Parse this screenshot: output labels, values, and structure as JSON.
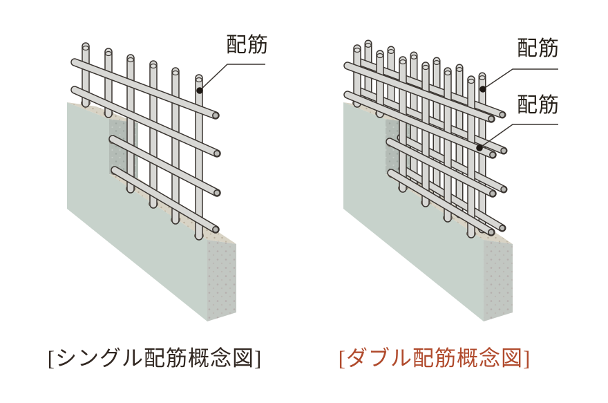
{
  "figure": {
    "description": "Two isometric cutaway illustrations of reinforced concrete walls comparing single and double rebar arrangements",
    "background_color": "#ffffff"
  },
  "diagrams": [
    {
      "id": "single",
      "caption": "[シングル配筋概念図]",
      "caption_color": "#312721",
      "labels": [
        {
          "text": "配筋"
        }
      ],
      "rebar": {
        "layers": 1,
        "vertical_bars": 6,
        "horizontal_bars": 4
      }
    },
    {
      "id": "double",
      "caption": "[ダブル配筋概念図]",
      "caption_color": "#b04a2c",
      "labels": [
        {
          "text": "配筋"
        },
        {
          "text": "配筋"
        }
      ],
      "rebar": {
        "layers": 2,
        "vertical_bars": 12,
        "horizontal_bars": 8
      }
    }
  ],
  "colors": {
    "wall_front_face": "#c7d2cb",
    "wall_top_surface": "#d8d3c5",
    "wall_cut_face": "#b4bcb6",
    "wall_end_face": "#c2c7c2",
    "rebar_fill": "#d8d8d5",
    "rebar_outline": "#3a3531",
    "leader_line": "#3a3531",
    "label_text": "#262019"
  }
}
